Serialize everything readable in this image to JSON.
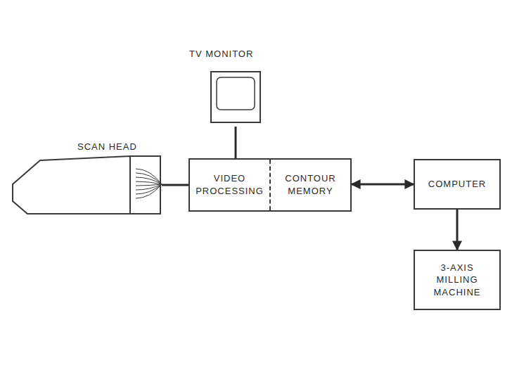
{
  "diagram": {
    "nodes": [
      {
        "text": [
          "SCAN HEAD"
        ]
      },
      {
        "text": [
          "TV MONITOR"
        ]
      },
      {
        "text": [
          "VIDEO PROCESSING",
          "CONTOUR MEMORY"
        ]
      },
      {
        "text": [
          "COMPUTER"
        ]
      },
      {
        "text": [
          "3-AXIS MILLING MACHINE"
        ]
      }
    ],
    "edges": [
      {
        "from": 0,
        "to": 2,
        "arrow": "none"
      },
      {
        "from": 1,
        "to": 2,
        "arrow": "none"
      },
      {
        "from": 2,
        "to": 3,
        "arrow": "both"
      },
      {
        "from": 3,
        "to": 4,
        "arrow": "to"
      }
    ]
  }
}
